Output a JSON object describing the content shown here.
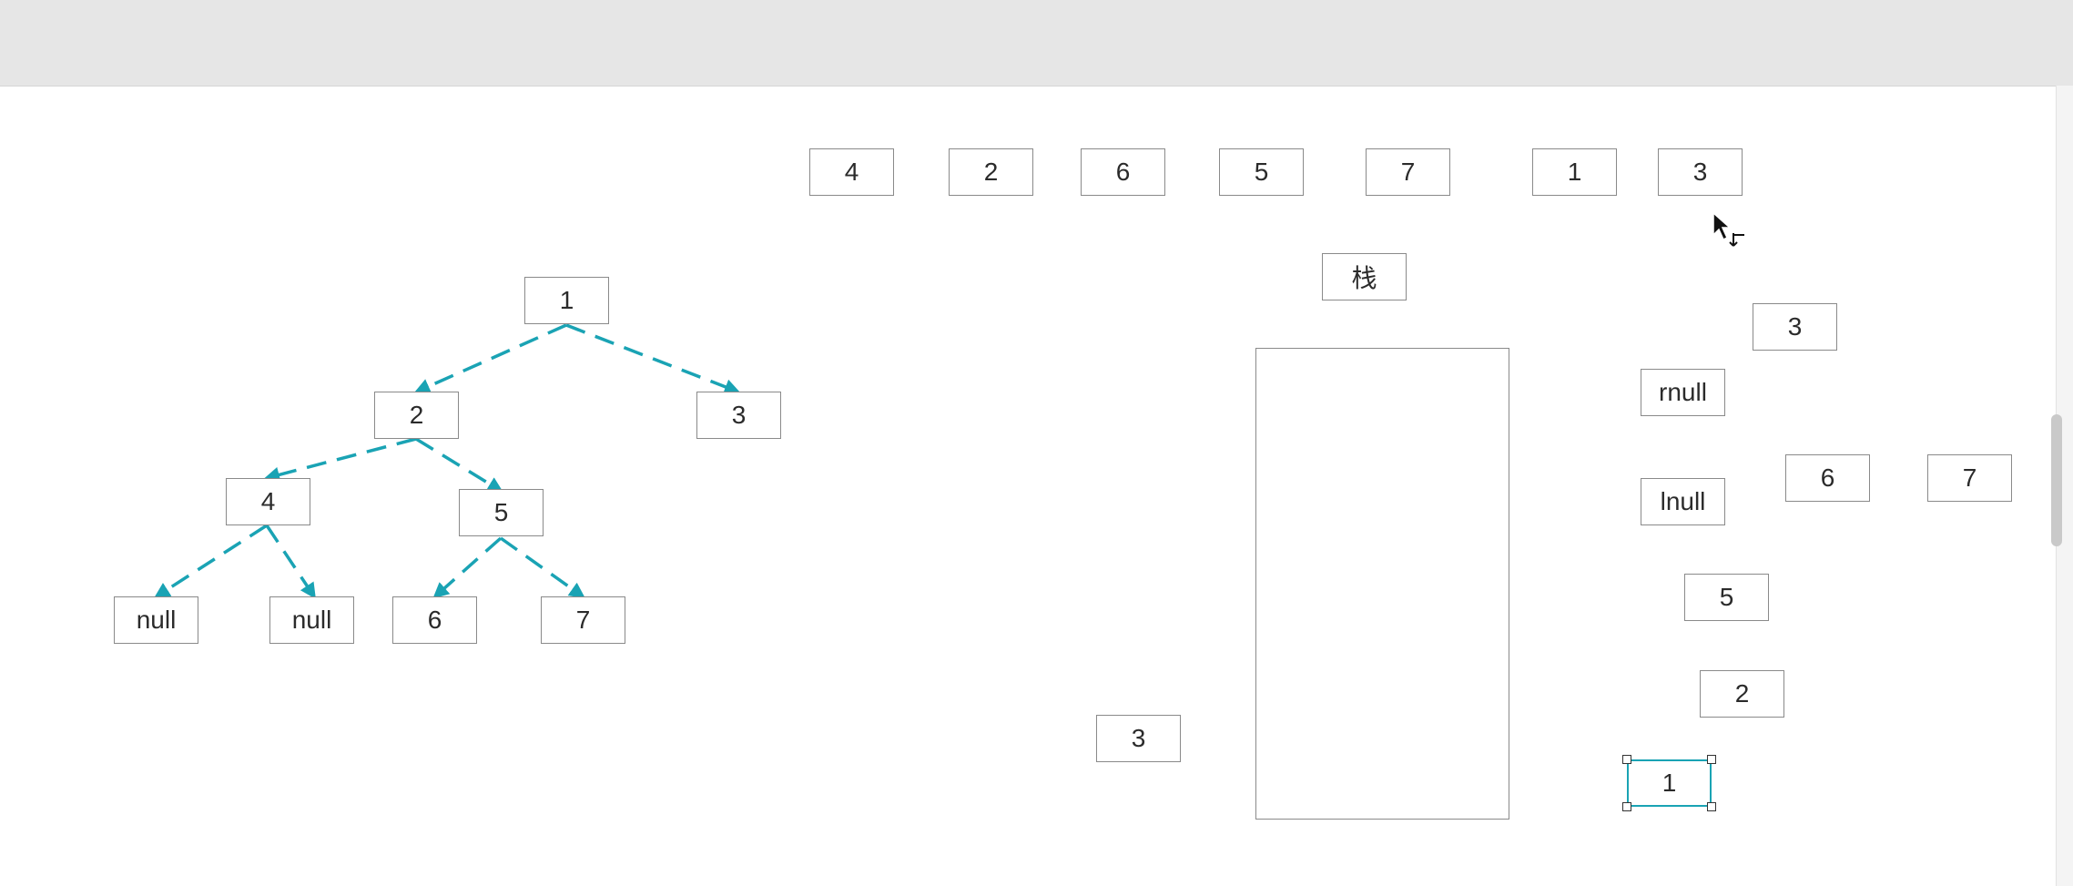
{
  "tree": {
    "root": "1",
    "n2": "2",
    "n3": "3",
    "n4": "4",
    "n5": "5",
    "null_left": "null",
    "null_right": "null",
    "n6": "6",
    "n7": "7"
  },
  "sequence": [
    "4",
    "2",
    "6",
    "5",
    "7",
    "1",
    "3"
  ],
  "stack": {
    "label": "栈"
  },
  "loose_left": "3",
  "side": {
    "n3": "3",
    "rnull": "rnull",
    "lnull": "lnull",
    "n6": "6",
    "n7": "7",
    "n5": "5",
    "n2": "2",
    "n1_selected": "1"
  },
  "colors": {
    "edge": "#1aa3b4",
    "box_border": "#8a8a8a",
    "selection": "#1aa3b4",
    "toolbar": "#e6e6e6"
  },
  "icons": [
    "cursor-arrow-icon",
    "selection-handle-icon"
  ]
}
